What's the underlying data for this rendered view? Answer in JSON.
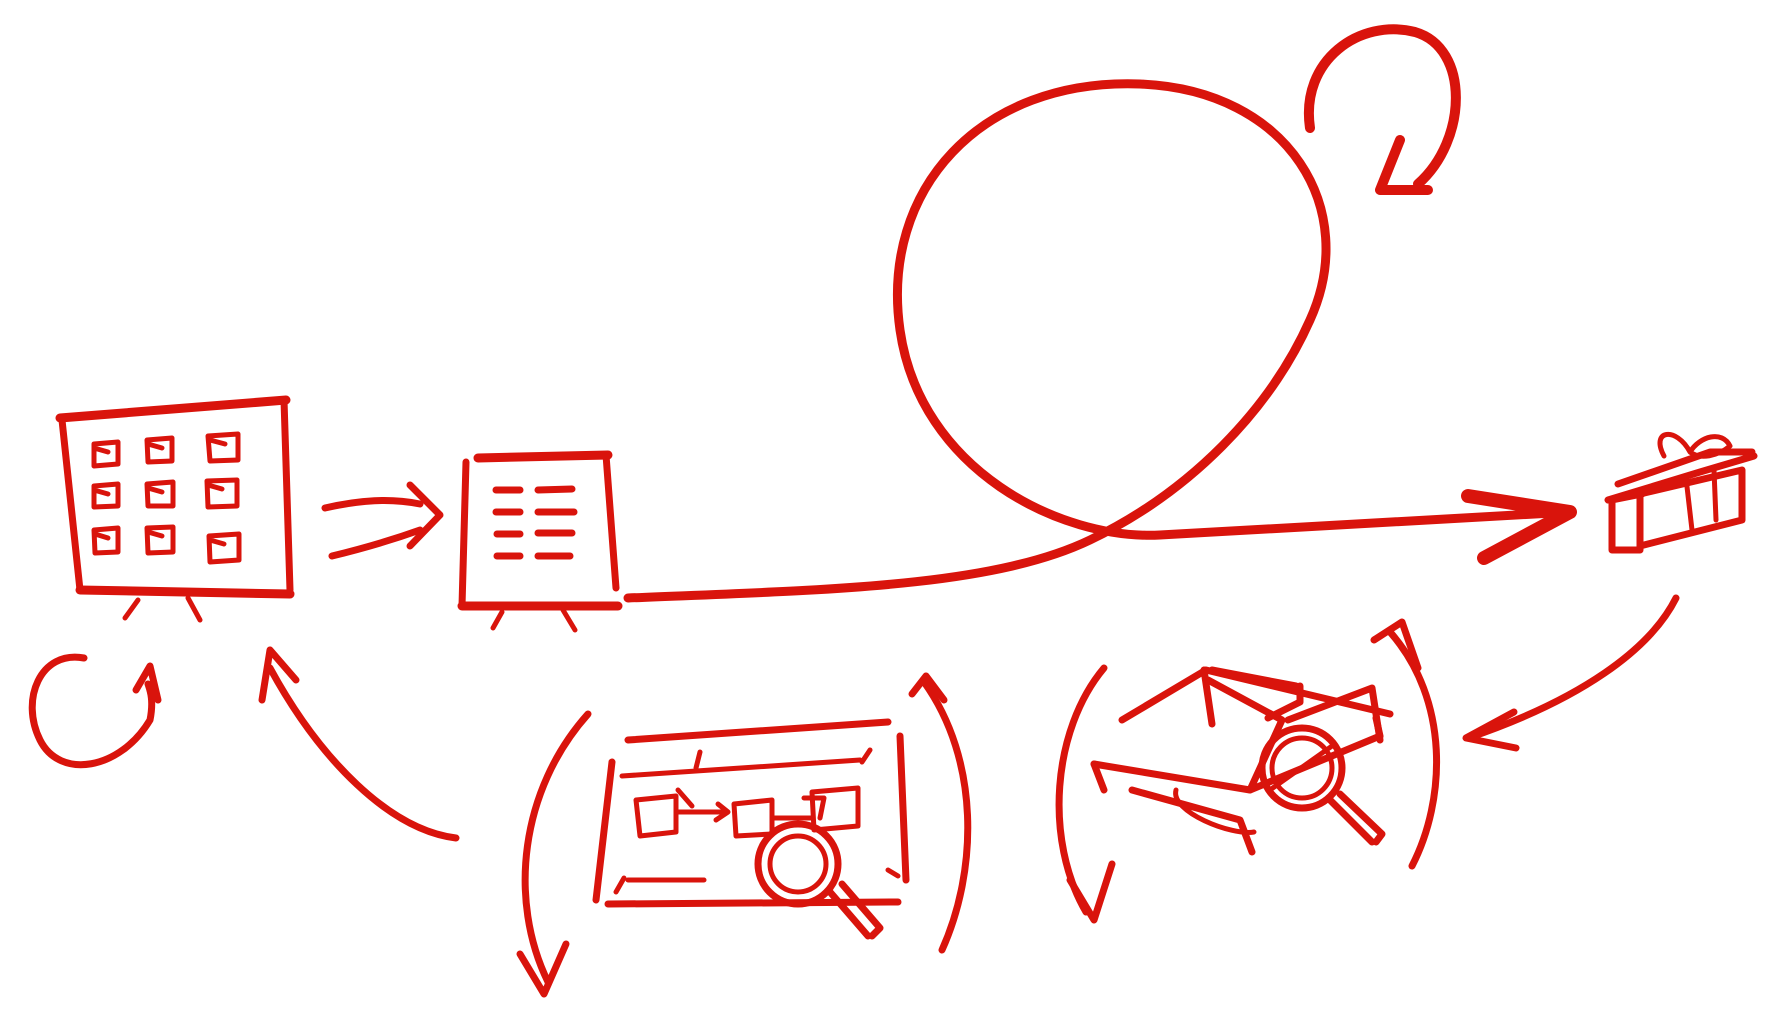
{
  "diagram": {
    "ink_color": "#d9140c",
    "background_color": "#ffffff",
    "icons": [
      "board-with-sticky-notes-icon",
      "board-with-list-icon",
      "gift-box-icon",
      "review-magnifier-on-board-icon",
      "review-magnifier-on-box-icon"
    ],
    "arrows": [
      "self-loop-arrow",
      "refine-arrow",
      "main-flow-loop-arrow",
      "top-loop-arrow",
      "delivery-to-review-arrow",
      "review-to-backlog-arrow"
    ]
  }
}
